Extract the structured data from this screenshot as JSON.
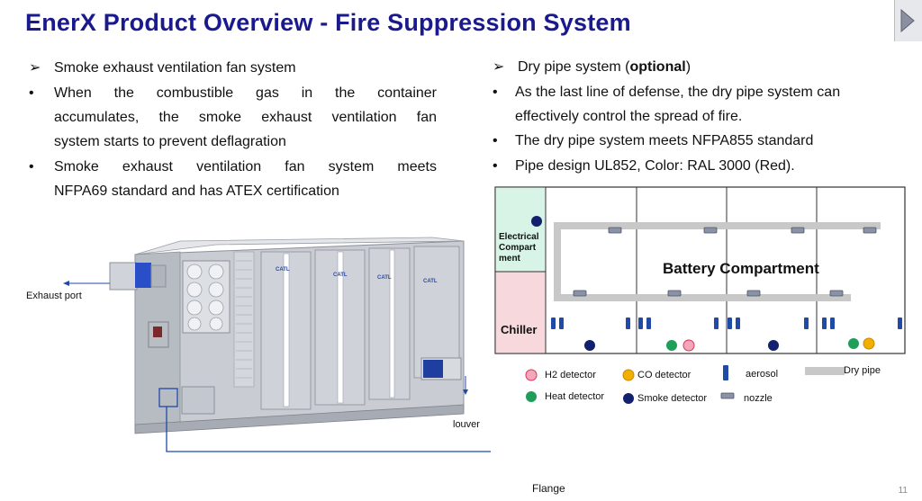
{
  "title": "EnerX Product Overview - Fire Suppression System",
  "page_number": "11",
  "left": {
    "heading": "Smoke exhaust ventilation fan system",
    "bullet1_lines": [
      "When the combustible gas in the container",
      "accumulates, the smoke exhaust ventilation fan",
      "system starts to prevent deflagration"
    ],
    "bullet2_lines": [
      "Smoke exhaust ventilation fan system meets",
      "NFPA69 standard and has ATEX certification"
    ]
  },
  "right": {
    "heading_prefix": "Dry pipe system (",
    "heading_bold": "optional",
    "heading_suffix": ")",
    "bullet1_lines": [
      "As the last line of defense, the dry pipe system can",
      "effectively control the spread of fire."
    ],
    "bullet2": "The dry pipe system meets NFPA855 standard",
    "bullet3": "Pipe design UL852, Color: RAL 3000 (Red)."
  },
  "container_labels": {
    "exhaust_port": "Exhaust port",
    "louver": "louver",
    "flange": "Flange",
    "brand": "CATL"
  },
  "diagram": {
    "electrical_label": "Electrical Compart ment",
    "chiller_label": "Chiller",
    "battery_label": "Battery Compartment"
  },
  "legend": {
    "h2": "H2 detector",
    "co": "CO detector",
    "aerosol": "aerosol",
    "dry_pipe": "Dry pipe",
    "heat": "Heat detector",
    "smoke": "Smoke detector",
    "nozzle": "nozzle"
  },
  "colors": {
    "title": "#1a1a8c",
    "h2_detector": "#f3a8b8",
    "co_detector": "#f0b000",
    "heat_detector": "#1f9e5a",
    "smoke_detector": "#13206e",
    "aerosol": "#1f4aa8",
    "pipe": "#c8c8c8",
    "electrical_bg": "#d8f4e6",
    "chiller_bg": "#f7d8dc"
  }
}
